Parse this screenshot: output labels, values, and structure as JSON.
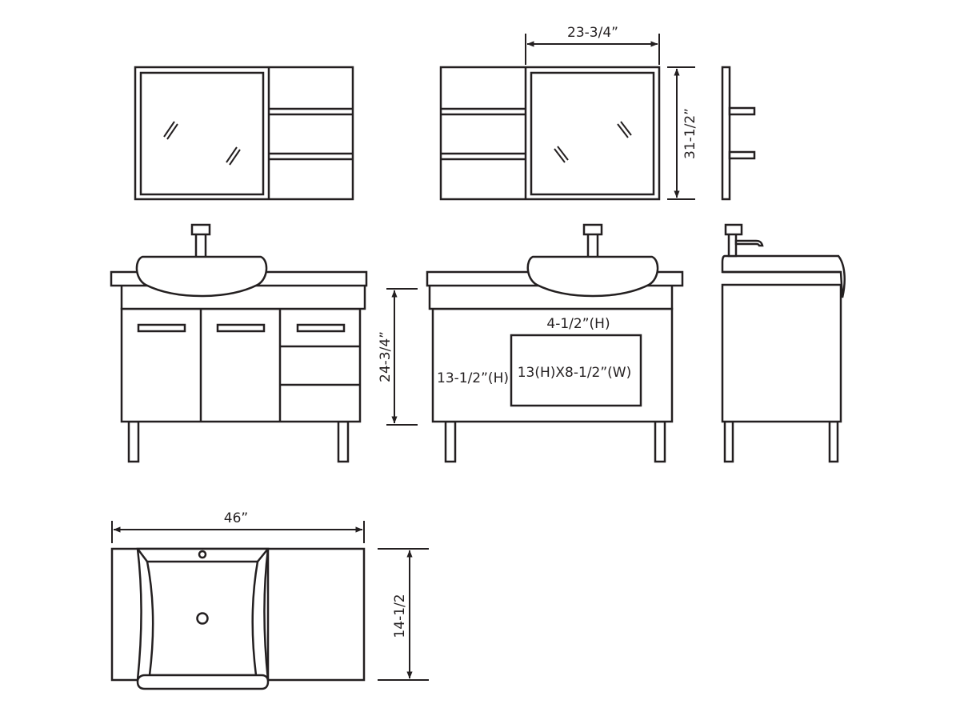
{
  "style": {
    "line_color": "#231f20",
    "fill_color": "#ffffff"
  },
  "dimensions": {
    "mirror_width": "23-3/4”",
    "mirror_height": "31-1/2”",
    "vanity_height": "24-3/4”",
    "opening_top": "4-1/2”(H)",
    "opening_side": "13-1/2”(H)",
    "opening_size": "13(H)X8-1/2”(W)",
    "top_width": "46”",
    "top_depth": "14-1/2"
  }
}
